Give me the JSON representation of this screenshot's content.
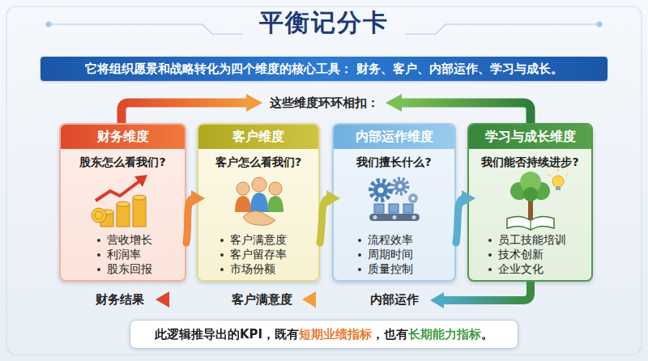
{
  "diagram": {
    "title": "平衡记分卡",
    "nodes": [
      {
        "text": [
          "它将组织愿景和战略转化为四个维度的核心工具： 财务、客户、内部运作、学习与成长。"
        ]
      },
      {
        "text": [
          "财务维度",
          "股东怎么看我们?",
          "营收增长",
          "利润率",
          "股东回报"
        ]
      },
      {
        "text": [
          "客户维度",
          "客户怎么看我们?",
          "客户满意度",
          "客户留存率",
          "市场份额"
        ]
      },
      {
        "text": [
          "内部运作维度",
          "我们擅长什么?",
          "流程效率",
          "周期时间",
          "质量控制"
        ]
      },
      {
        "text": [
          "学习与成长维度",
          "我们能否持续进步?",
          "员工技能培训",
          "技术创新",
          "企业文化"
        ]
      },
      {
        "text": [
          "此逻辑推导出的KPI，既有短期业绩指标，也有长期能力指标。"
        ]
      }
    ],
    "edges": [
      {
        "from": 1,
        "to": 2,
        "arrow": "to"
      },
      {
        "from": 2,
        "to": 3,
        "arrow": "to"
      },
      {
        "from": 3,
        "to": 4,
        "arrow": "to"
      }
    ],
    "labels": [
      "这些维度环环相扣：",
      "财务结果",
      "客户满意度",
      "内部运作"
    ]
  }
}
